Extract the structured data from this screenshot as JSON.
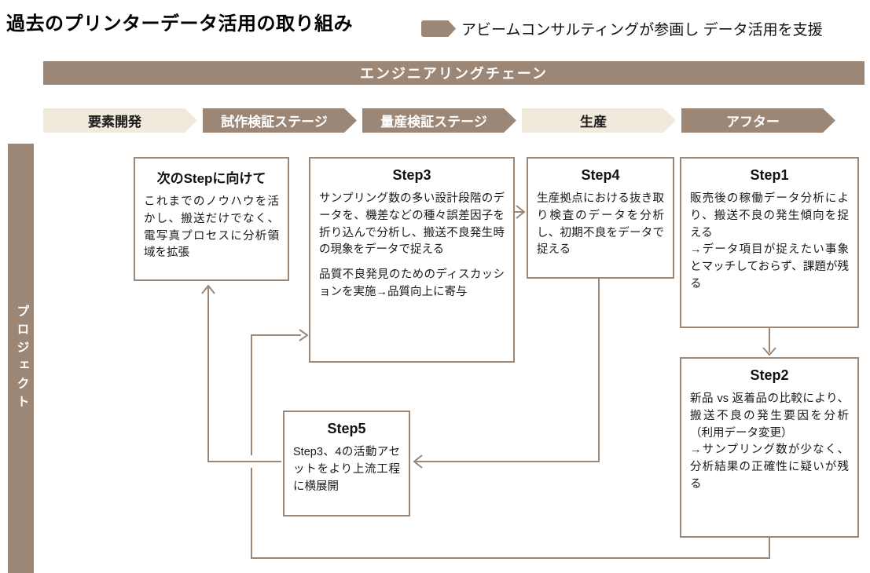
{
  "page": {
    "title": "過去のプリンターデータ活用の取り組み",
    "legend_label": "アビームコンサルティングが参画し データ活用を支援"
  },
  "chain": {
    "header": "エンジニアリングチェーン"
  },
  "stages": [
    {
      "label": "要素開発",
      "highlighted": false
    },
    {
      "label": "試作検証ステージ",
      "highlighted": true
    },
    {
      "label": "量産検証ステージ",
      "highlighted": true
    },
    {
      "label": "生産",
      "highlighted": false
    },
    {
      "label": "アフター",
      "highlighted": true
    }
  ],
  "side_label": "プロジェクト",
  "boxes": {
    "next_step": {
      "title": "次のStepに向けて",
      "body": "これまでのノウハウを活かし、搬送だけでなく、電写真プロセスに分析領域を拡張"
    },
    "step3": {
      "title": "Step3",
      "body1": "サンプリング数の多い設計段階のデータを、機差などの種々誤差因子を折り込んで分析し、搬送不良発生時の現象をデータで捉える",
      "body2": "品質不良発見のためのディスカッションを実施→品質向上に寄与"
    },
    "step4": {
      "title": "Step4",
      "body": "生産拠点における抜き取り検査のデータを分析し、初期不良をデータで捉える"
    },
    "step1": {
      "title": "Step1",
      "body": "販売後の稼働データ分析により、搬送不良の発生傾向を捉える\n→データ項目が捉えたい事象とマッチしておらず、課題が残る"
    },
    "step2": {
      "title": "Step2",
      "body": "新品 vs 返着品の比較により、搬送不良の発生要因を分析（利用データ変更）\n→サンプリング数が少なく、分析結果の正確性に疑いが残る"
    },
    "step5": {
      "title": "Step5",
      "body": "Step3、4の活動アセットをより上流工程に横展開"
    }
  },
  "flow": [
    "step1 -> step2",
    "step2 -> step3",
    "step3 -> step4",
    "step4 -> step5",
    "step5 -> next_step"
  ],
  "colors": {
    "brown": "#9c8675",
    "beige": "#f2e9dd",
    "text": "#1a1a1a",
    "white": "#ffffff"
  }
}
